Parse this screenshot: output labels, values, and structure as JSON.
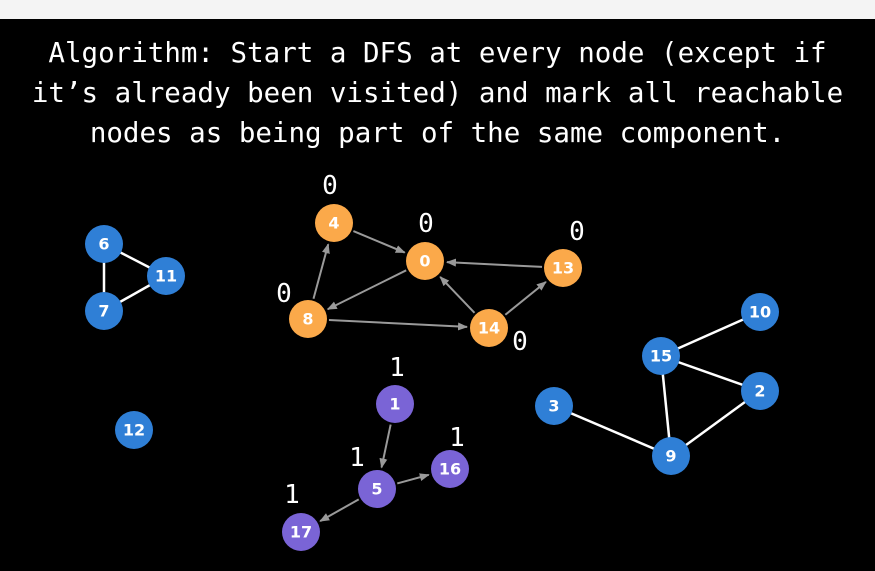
{
  "title": "Algorithm: Start a DFS at every node (except if\nit’s already been visited) and mark all reachable\nnodes as being part of the same component.",
  "colors": {
    "unvisited": "#2f7fd6",
    "component_0": "#fba94a",
    "component_1": "#7a64d6",
    "undirected_edge": "#ffffff",
    "dfs_edge": "#9a9a9a"
  },
  "nodes": [
    {
      "id": "0",
      "group": "component_0",
      "label": "0"
    },
    {
      "id": "4",
      "group": "component_0",
      "label": "0"
    },
    {
      "id": "8",
      "group": "component_0",
      "label": "0"
    },
    {
      "id": "13",
      "group": "component_0",
      "label": "0"
    },
    {
      "id": "14",
      "group": "component_0",
      "label": "0"
    },
    {
      "id": "1",
      "group": "component_1",
      "label": "1"
    },
    {
      "id": "5",
      "group": "component_1",
      "label": "1"
    },
    {
      "id": "16",
      "group": "component_1",
      "label": "1"
    },
    {
      "id": "17",
      "group": "component_1",
      "label": "1"
    },
    {
      "id": "6",
      "group": "unvisited",
      "label": ""
    },
    {
      "id": "11",
      "group": "unvisited",
      "label": ""
    },
    {
      "id": "7",
      "group": "unvisited",
      "label": ""
    },
    {
      "id": "12",
      "group": "unvisited",
      "label": ""
    },
    {
      "id": "10",
      "group": "unvisited",
      "label": ""
    },
    {
      "id": "15",
      "group": "unvisited",
      "label": ""
    },
    {
      "id": "2",
      "group": "unvisited",
      "label": ""
    },
    {
      "id": "3",
      "group": "unvisited",
      "label": ""
    },
    {
      "id": "9",
      "group": "unvisited",
      "label": ""
    }
  ],
  "edges": [
    {
      "from": "6",
      "to": "11",
      "type": "undirected"
    },
    {
      "from": "6",
      "to": "7",
      "type": "undirected"
    },
    {
      "from": "7",
      "to": "11",
      "type": "undirected"
    },
    {
      "from": "15",
      "to": "10",
      "type": "undirected"
    },
    {
      "from": "15",
      "to": "2",
      "type": "undirected"
    },
    {
      "from": "15",
      "to": "9",
      "type": "undirected"
    },
    {
      "from": "2",
      "to": "9",
      "type": "undirected"
    },
    {
      "from": "3",
      "to": "9",
      "type": "undirected"
    },
    {
      "from": "4",
      "to": "0",
      "type": "dfs"
    },
    {
      "from": "0",
      "to": "8",
      "type": "dfs"
    },
    {
      "from": "8",
      "to": "4",
      "type": "dfs"
    },
    {
      "from": "8",
      "to": "14",
      "type": "dfs"
    },
    {
      "from": "14",
      "to": "0",
      "type": "dfs"
    },
    {
      "from": "14",
      "to": "13",
      "type": "dfs"
    },
    {
      "from": "13",
      "to": "0",
      "type": "dfs"
    },
    {
      "from": "1",
      "to": "5",
      "type": "dfs"
    },
    {
      "from": "5",
      "to": "16",
      "type": "dfs"
    },
    {
      "from": "5",
      "to": "17",
      "type": "dfs"
    }
  ]
}
